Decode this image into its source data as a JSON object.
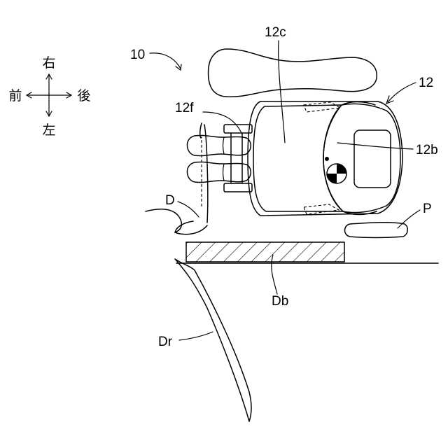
{
  "direction": {
    "right": "右",
    "front": "前",
    "rear": "後",
    "left": "左"
  },
  "labels": {
    "vehicle": "10",
    "seat": "12",
    "seat_back": "12b",
    "seat_cushion": "12c",
    "front_part": "12f",
    "door": "D",
    "door_body": "Db",
    "door_rim": "Dr",
    "pad": "P"
  }
}
